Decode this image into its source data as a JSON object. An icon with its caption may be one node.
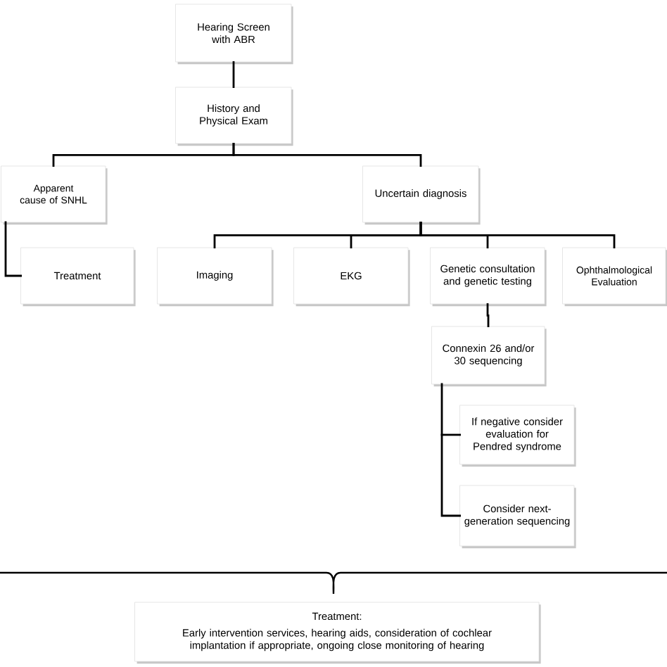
{
  "diagram": {
    "nodes": [
      {
        "text": [
          "Hearing Screen with ABR"
        ]
      },
      {
        "text": [
          "History and Physical Exam"
        ]
      },
      {
        "text": [
          "Apparent cause of SNHL"
        ]
      },
      {
        "text": [
          "Uncertain diagnosis"
        ]
      },
      {
        "text": [
          "Treatment"
        ]
      },
      {
        "text": [
          "Imaging"
        ]
      },
      {
        "text": [
          "EKG"
        ]
      },
      {
        "text": [
          "Genetic consultation and genetic testing"
        ]
      },
      {
        "text": [
          "Ophthalmological Evaluation"
        ]
      },
      {
        "text": [
          "Connexin 26 and/or 30 sequencing"
        ]
      },
      {
        "text": [
          "If negative consider evaluation for Pendred syndrome"
        ]
      },
      {
        "text": [
          "Consider next-generation sequencing"
        ]
      },
      {
        "text": [
          "Treatment:",
          "Early intervention services, hearing aids, consideration of cochlear implantation if appropriate, ongoing close monitoring of hearing"
        ]
      }
    ],
    "edges": [
      {
        "from": 0,
        "to": 1,
        "arrow": "none"
      },
      {
        "from": 1,
        "to": 2,
        "arrow": "none"
      },
      {
        "from": 1,
        "to": 3,
        "arrow": "none"
      },
      {
        "from": 2,
        "to": 4,
        "arrow": "none"
      },
      {
        "from": 3,
        "to": 5,
        "arrow": "none"
      },
      {
        "from": 3,
        "to": 6,
        "arrow": "none"
      },
      {
        "from": 3,
        "to": 7,
        "arrow": "none"
      },
      {
        "from": 3,
        "to": 8,
        "arrow": "none"
      },
      {
        "from": 7,
        "to": 9,
        "arrow": "none"
      },
      {
        "from": 9,
        "to": 10,
        "arrow": "none"
      },
      {
        "from": 9,
        "to": 11,
        "arrow": "none"
      }
    ]
  }
}
